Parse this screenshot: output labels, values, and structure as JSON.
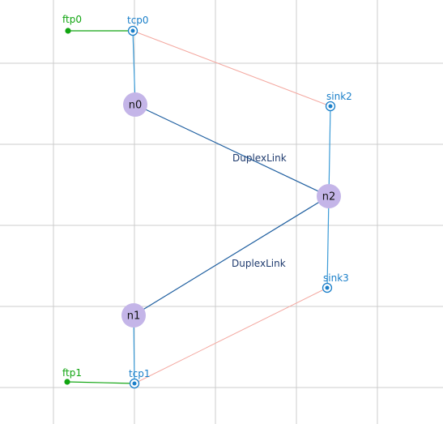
{
  "colors": {
    "background": "#ffffff",
    "grid": "#cccccc",
    "node_fill": "#c4b5e8",
    "duplex_link": "#1f5fa0",
    "agent_link": "#3a9ad6",
    "agent_blue": "#1a7fc9",
    "agent_green": "#11a511",
    "connection": "#f4a8a0"
  },
  "nodes": [
    {
      "id": "n0",
      "label": "n0"
    },
    {
      "id": "n1",
      "label": "n1"
    },
    {
      "id": "n2",
      "label": "n2"
    }
  ],
  "agents": [
    {
      "id": "ftp0",
      "label": "ftp0",
      "kind": "application",
      "icon": "filled-dot-icon"
    },
    {
      "id": "tcp0",
      "label": "tcp0",
      "kind": "transport",
      "icon": "ring-dot-icon"
    },
    {
      "id": "sink2",
      "label": "sink2",
      "kind": "transport",
      "icon": "ring-dot-icon"
    },
    {
      "id": "sink3",
      "label": "sink3",
      "kind": "transport",
      "icon": "ring-dot-icon"
    },
    {
      "id": "ftp1",
      "label": "ftp1",
      "kind": "application",
      "icon": "filled-dot-icon"
    },
    {
      "id": "tcp1",
      "label": "tcp1",
      "kind": "transport",
      "icon": "ring-dot-icon"
    }
  ],
  "links": [
    {
      "id": "l-n0-n2",
      "from": "n0",
      "to": "n2",
      "label": "DuplexLink"
    },
    {
      "id": "l-n1-n2",
      "from": "n1",
      "to": "n2",
      "label": "DuplexLink"
    }
  ],
  "attachments": [
    {
      "from": "ftp0",
      "to": "tcp0"
    },
    {
      "from": "tcp0",
      "to": "n0"
    },
    {
      "from": "sink2",
      "to": "n2"
    },
    {
      "from": "sink3",
      "to": "n2"
    },
    {
      "from": "ftp1",
      "to": "tcp1"
    },
    {
      "from": "tcp1",
      "to": "n1"
    }
  ],
  "connections": [
    {
      "from": "tcp0",
      "to": "sink2"
    },
    {
      "from": "tcp1",
      "to": "sink3"
    }
  ]
}
